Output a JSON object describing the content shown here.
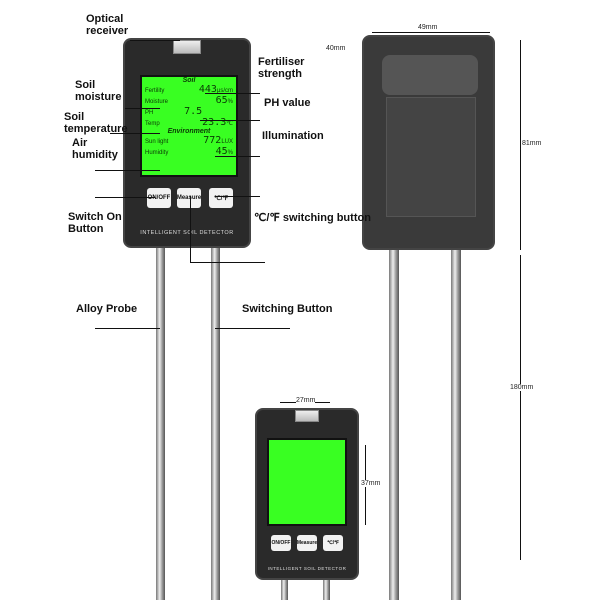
{
  "callouts": {
    "optical_receiver": "Optical receiver",
    "fertiliser_strength": "Fertiliser strength",
    "soil_moisture": "Soil moisture",
    "ph_value": "PH value",
    "soil_temperature": "Soil temperature",
    "illumination": "Illumination",
    "air_humidity": "Air humidity",
    "switch_on_button": "Switch On Button",
    "unit_switching_button": "℃/℉ switching button",
    "alloy_probe": "Alloy Probe",
    "switching_button": "Switching Button"
  },
  "display": {
    "soil_header": "Soil",
    "fertility_label": "Fertility",
    "fertility_value": "443",
    "fertility_unit": "μs/cm",
    "moisture_label": "Moisture",
    "moisture_value": "65",
    "moisture_unit": "%",
    "ph_label": "PH",
    "ph_value": "7.5",
    "temp_label": "Temp",
    "temp_value": "23.3",
    "temp_unit": "℃",
    "environment_header": "Environment",
    "sunlight_label": "Sun light",
    "sunlight_value": "772",
    "sunlight_unit": "LUX",
    "humidity_label": "Humidity",
    "humidity_value": "45",
    "humidity_unit": "%"
  },
  "buttons": {
    "onoff": "ON/OFF",
    "measure": "Measure",
    "unit": "℃/℉"
  },
  "brand": "INTELLIGENT SOIL DETECTOR",
  "dimensions": {
    "width_back": "49mm",
    "top_height": "40mm",
    "body_height": "81mm",
    "total_length": "180mm",
    "width_front": "27mm",
    "screen_height": "37mm"
  },
  "colors": {
    "screen": "#39ff22",
    "body": "#2a2a2a"
  }
}
